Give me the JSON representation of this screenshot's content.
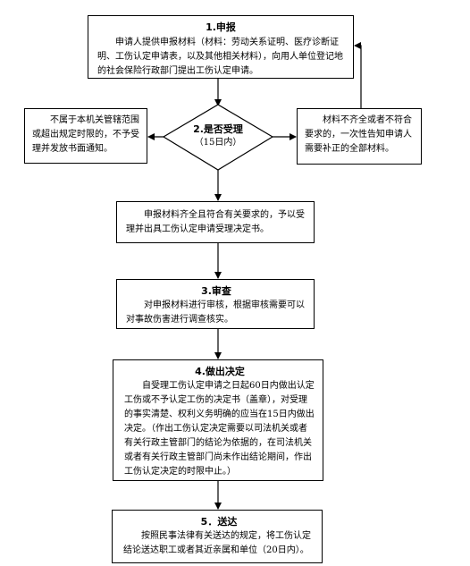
{
  "steps": {
    "apply": {
      "title": "1.申报",
      "text": "申请人提供申报材料（材料：劳动关系证明、医疗诊断证明、工伤认定申请表，以及其他相关材料），向用人单位登记地的社会保险行政部门提出工伤认定申请。"
    },
    "accept": {
      "title": "2.是否受理",
      "sub": "（15日内）"
    },
    "reject": {
      "text": "不属于本机关管辖范围或超出规定时限的，不予受理并发放书面通知。"
    },
    "incomplete": {
      "text": "材料不齐全或者不符合要求的，一次性告知申请人需要补正的全部材料。"
    },
    "accepted": {
      "text": "申报材料齐全且符合有关要求的，予以受理并出具工伤认定申请受理决定书。"
    },
    "review": {
      "title": "3.审查",
      "text": "对申报材料进行审核，根据审核需要可以对事故伤害进行调查核实。"
    },
    "decide": {
      "title": "4.做出决定",
      "text": "自受理工伤认定申请之日起60日内做出认定工伤或不予认定工伤的决定书（盖章），对受理的事实清楚、权利义务明确的应当在15日内做出决定。（作出工伤认定决定需要以司法机关或者有关行政主管部门的结论为依据的，在司法机关或者有关行政主管部门尚未作出结论期间，作出工伤认定决定的时限中止。）"
    },
    "deliver": {
      "title": "5．送达",
      "text": "按照民事法律有关送达的规定，将工伤认定结论送达职工或者其近亲属和单位（20日内）。"
    }
  }
}
